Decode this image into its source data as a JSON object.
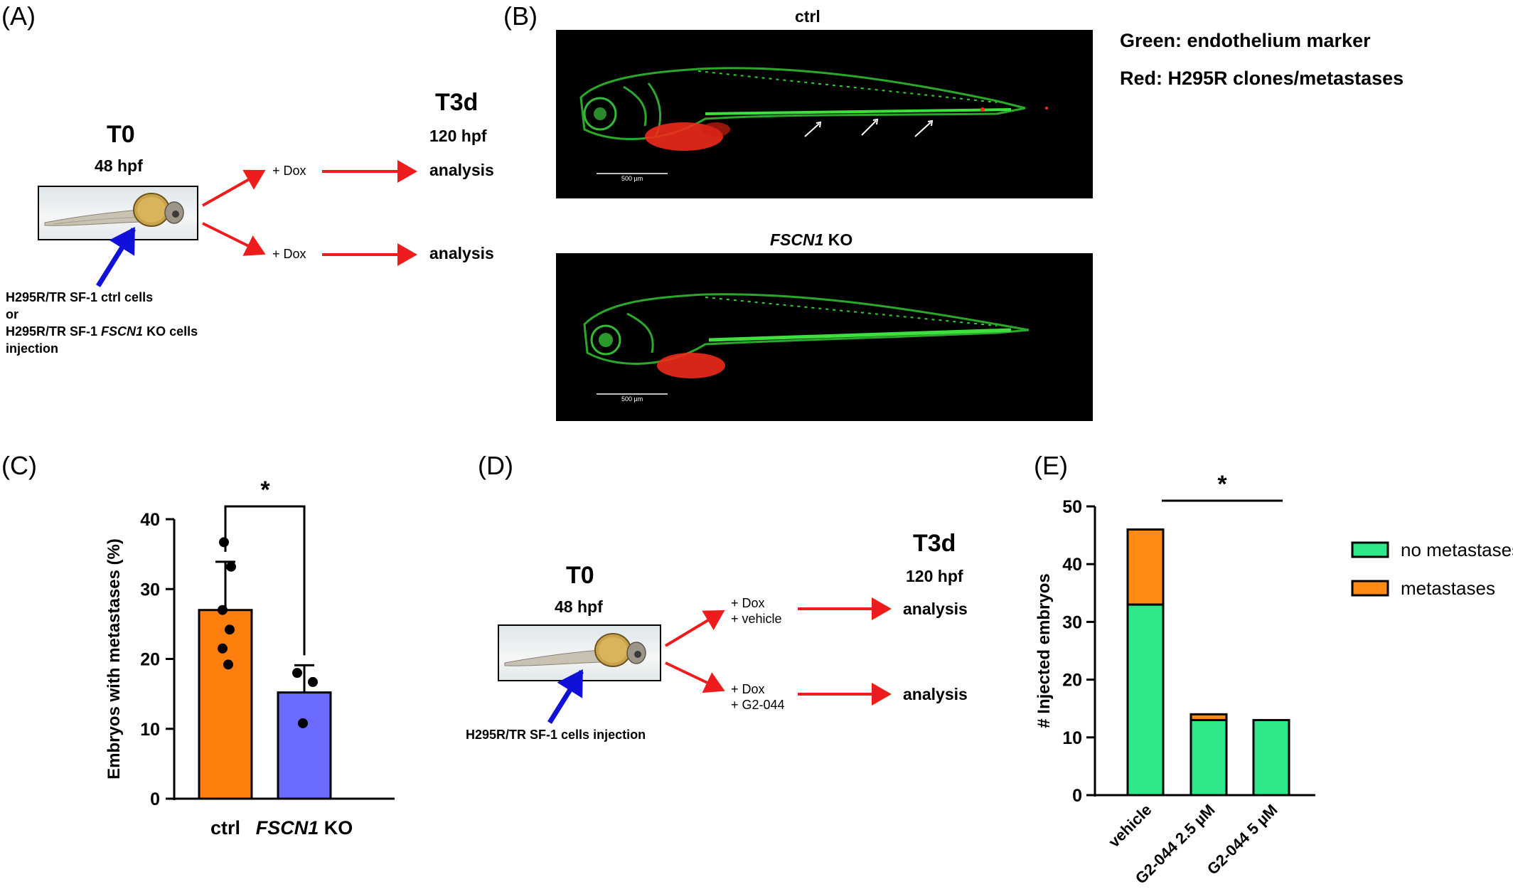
{
  "panels": {
    "A": "(A)",
    "B": "(B)",
    "C": "(C)",
    "D": "(D)",
    "E": "(E)"
  },
  "panelA": {
    "t0": "T0",
    "t0_hpf": "48 hpf",
    "t3d": "T3d",
    "t3d_hpf": "120 hpf",
    "dox1": "+ Dox",
    "dox2": "+ Dox",
    "analysis1": "analysis",
    "analysis2": "analysis",
    "inj_line1": "H295R/TR SF-1 ctrl cells",
    "inj_line2": "or",
    "inj_line3_pre": "H295R/TR SF-1 ",
    "inj_line3_ital": "FSCN1",
    "inj_line3_post": " KO cells",
    "inj_line4": "injection"
  },
  "panelB": {
    "ctrl_title": "ctrl",
    "ko_title_ital": "FSCN1",
    "ko_title_post": " KO",
    "scale1": "500 µm",
    "scale2": "500 µm",
    "legend_green": "Green: endothelium marker",
    "legend_red": "Red: H295R clones/metastases"
  },
  "panelD": {
    "t0": "T0",
    "t0_hpf": "48 hpf",
    "t3d": "T3d",
    "t3d_hpf": "120 hpf",
    "top_l1": "+ Dox",
    "top_l2": "+ vehicle",
    "bot_l1": "+ Dox",
    "bot_l2": "+ G2-044",
    "analysis1": "analysis",
    "analysis2": "analysis",
    "injection": "H295R/TR SF-1 cells injection"
  },
  "chart_data": [
    {
      "id": "C",
      "type": "bar",
      "categories": [
        "ctrl",
        "FSCN1 KO"
      ],
      "category_parts": [
        [
          "ctrl",
          ""
        ],
        [
          "FSCN1",
          " KO"
        ]
      ],
      "values": [
        27.0,
        15.2
      ],
      "errors": [
        6.9,
        3.9
      ],
      "points": [
        [
          36.7,
          33.2,
          27.0,
          24.2,
          21.5,
          19.2
        ],
        [
          18.0,
          16.7,
          10.8
        ]
      ],
      "colors": [
        "#FF7F0E",
        "#6B6BFF"
      ],
      "ylabel": "Embryos with metastases (%)",
      "ylim": [
        0,
        40
      ],
      "yticks": [
        0,
        10,
        20,
        30,
        40
      ],
      "significance": "*"
    },
    {
      "id": "E",
      "type": "bar",
      "stacked": true,
      "categories": [
        "vehicle",
        "G2-044 2.5 µM",
        "G2-044 5 µM"
      ],
      "series": [
        {
          "name": "no metastases",
          "values": [
            33,
            13,
            13
          ],
          "color": "#2EE88A"
        },
        {
          "name": "metastases",
          "values": [
            13,
            1,
            0
          ],
          "color": "#FF8A14"
        }
      ],
      "ylabel": "# Injected embryos",
      "ylim": [
        0,
        50
      ],
      "yticks": [
        0,
        10,
        20,
        30,
        40,
        50
      ],
      "significance": "*",
      "legend": "right"
    }
  ]
}
